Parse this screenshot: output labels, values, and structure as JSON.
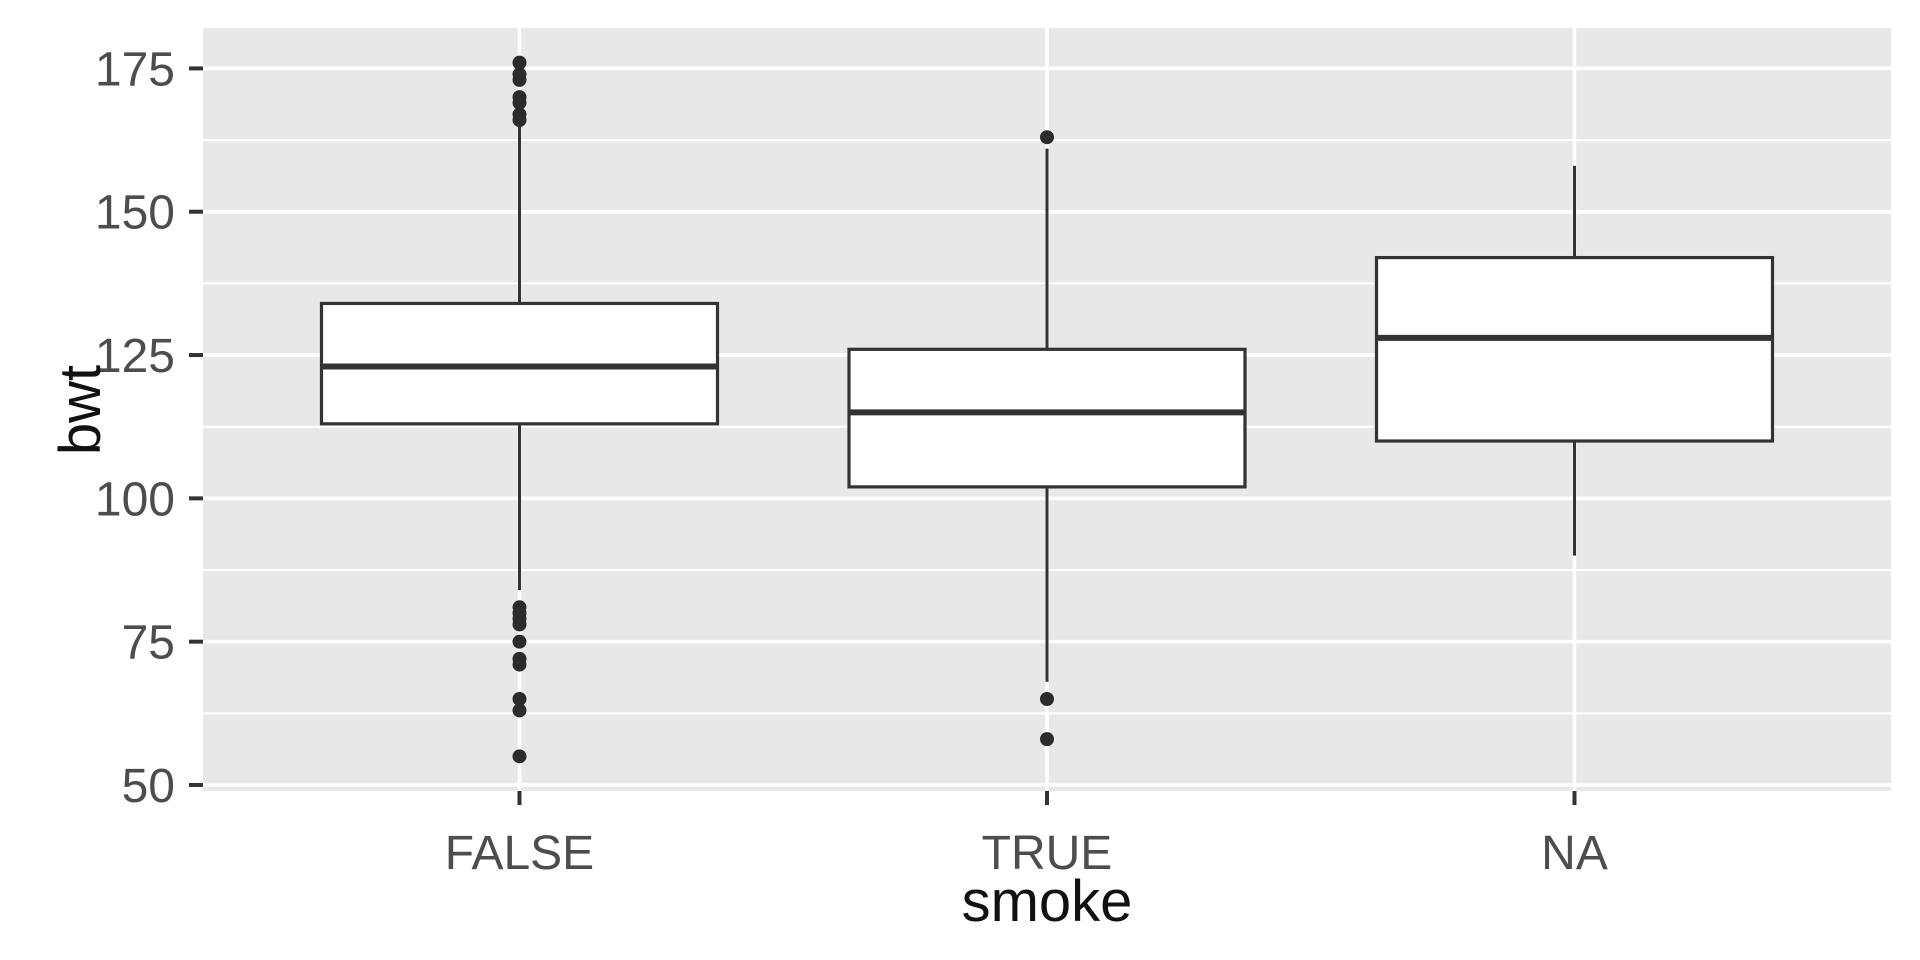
{
  "chart_data": {
    "type": "boxplot",
    "title": "",
    "xlabel": "smoke",
    "ylabel": "bwt",
    "categories": [
      "FALSE",
      "TRUE",
      "NA"
    ],
    "y_ticks": [
      50,
      75,
      100,
      125,
      150,
      175
    ],
    "y_minor_ticks": [
      62.5,
      87.5,
      112.5,
      137.5,
      162.5
    ],
    "ylim": [
      48.95,
      182.05
    ],
    "legend": "none",
    "grid": "white major and minor horizontal gridlines plus white vertical major gridline per category on grey panel (ggplot2 theme_grey)",
    "series": [
      {
        "category": "FALSE",
        "q1": 113,
        "median": 123,
        "q3": 134,
        "whisker_low": 84,
        "whisker_high": 165,
        "outliers_high": [
          166,
          167,
          169,
          170,
          173,
          174,
          176
        ],
        "outliers_low": [
          81,
          80,
          79,
          78,
          75,
          72,
          71,
          65,
          63,
          55
        ]
      },
      {
        "category": "TRUE",
        "q1": 102,
        "median": 115,
        "q3": 126,
        "whisker_low": 68,
        "whisker_high": 161,
        "outliers_high": [
          163
        ],
        "outliers_low": [
          65,
          58
        ]
      },
      {
        "category": "NA",
        "q1": 110,
        "median": 128,
        "q3": 142,
        "whisker_low": 90,
        "whisker_high": 158,
        "outliers_high": [],
        "outliers_low": []
      }
    ],
    "colors": {
      "page_bg": "#FFFFFF",
      "panel_bg": "#E8E8E8",
      "grid": "#FFFFFF",
      "box_fill": "#FFFFFF",
      "box_stroke": "#333333",
      "outlier_fill": "#2B2B2B",
      "tick_mark": "#333333",
      "tick_text": "#4D4D4D",
      "title_text": "#111111"
    }
  }
}
